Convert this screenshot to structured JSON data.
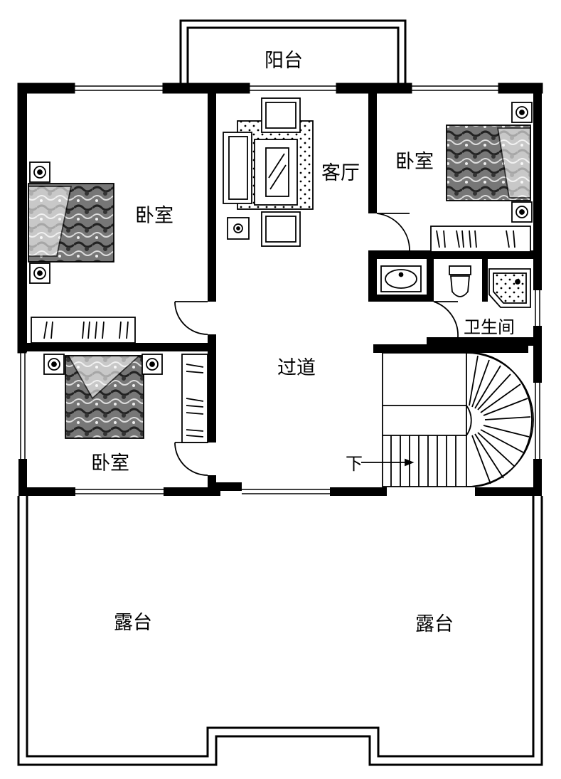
{
  "labels": {
    "balcony": "阳台",
    "living_room": "客厅",
    "bedroom_left": "卧室",
    "bedroom_right": "卧室",
    "bedroom_bottom": "卧室",
    "bathroom": "卫生间",
    "corridor": "过道",
    "stair_down": "下",
    "terrace_left": "露台",
    "terrace_right": "露台"
  },
  "colors": {
    "wall": "#000000",
    "background": "#ffffff",
    "furniture": "#000000"
  }
}
